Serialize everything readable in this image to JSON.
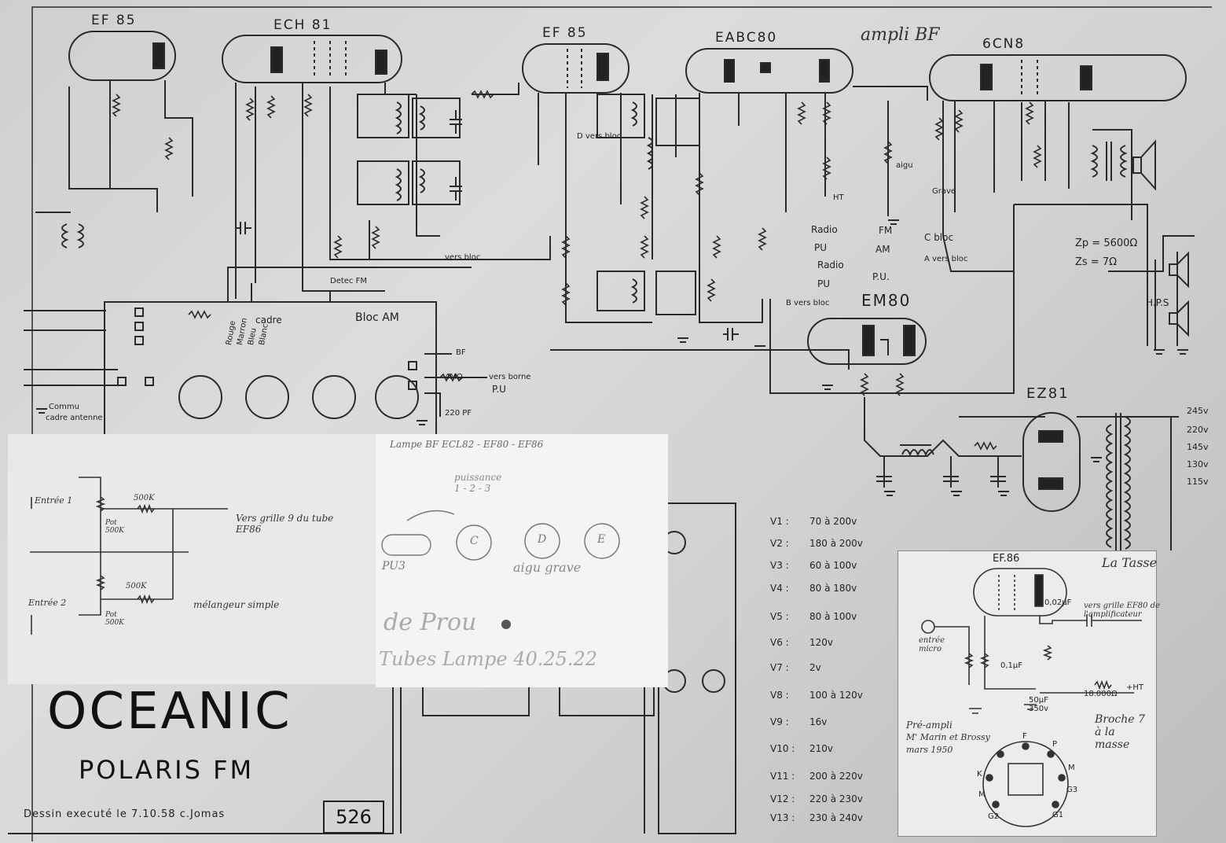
{
  "tubes": {
    "ef85_1": "EF 85",
    "ech81": "ECH 81",
    "ef85_2": "EF 85",
    "eabc80": "EABC80",
    "ecn8": "6CN8",
    "em80": "EM80",
    "ez81": "EZ81",
    "ef86": "EF.86"
  },
  "handwritten_title": "ampli BF",
  "brand": "OCEANIC",
  "model": "POLARIS FM",
  "credit": "Dessin executé le 7.10.58 c.Jomas",
  "plate_number": "526",
  "bloc_am": "Bloc AM",
  "cadre": "cadre",
  "coil_colors": [
    "Rouge",
    "Marron",
    "Bleu",
    "Blanc"
  ],
  "hps": "H.P.S",
  "impedance": {
    "zp": "Zp = 5600Ω",
    "zs": "Zs = 7Ω"
  },
  "switch_labels": {
    "radio1": "Radio",
    "pu1": "PU",
    "radio2": "Radio",
    "pu2": "PU",
    "fm": "FM",
    "am": "AM",
    "c_bloc": "C bloc",
    "a_vers_bloc": "A vers bloc",
    "b_vers_bloc": "B vers bloc",
    "pu_dot": "P.U.",
    "detec_fm": "Detec FM",
    "vers_borne": "vers borne",
    "pu_out": "P.U",
    "bf": "BF",
    "vers_bloc": "vers bloc"
  },
  "misc_labels": {
    "commu": "Commu",
    "cadre_antenne": "cadre antenne",
    "ht": "HT",
    "aigu": "aigu",
    "grave": "Grave",
    "d_vers_bloc": "D vers bloc",
    "cap_220": "220 PF",
    "res_4m": "4MΩ"
  },
  "voltages": [
    {
      "name": "V1 :",
      "value": "70 à 200v"
    },
    {
      "name": "V2 :",
      "value": "180 à 200v"
    },
    {
      "name": "V3 :",
      "value": "60 à 100v"
    },
    {
      "name": "V4 :",
      "value": "80 à 180v"
    },
    {
      "name": "V5 :",
      "value": "80 à 100v"
    },
    {
      "name": "V6 :",
      "value": "120v"
    },
    {
      "name": "V7 :",
      "value": "2v"
    },
    {
      "name": "V8 :",
      "value": "100 à 120v"
    },
    {
      "name": "V9 :",
      "value": "16v"
    },
    {
      "name": "V10 :",
      "value": "210v"
    },
    {
      "name": "V11 :",
      "value": "200 à 220v"
    },
    {
      "name": "V12 :",
      "value": "220 à 230v"
    },
    {
      "name": "V13 :",
      "value": "230 à 240v"
    }
  ],
  "transformer_taps": [
    "245v",
    "220v",
    "145v",
    "130v",
    "115v"
  ],
  "note_mixer": {
    "entree1": "Entrée 1",
    "entree2": "Entrée 2",
    "r500k_1": "500K",
    "r500k_2": "500K",
    "pot1": "Pot 500K",
    "pot2": "Pot 500K",
    "vers_grille": "Vers grille 9 du tube EF86",
    "melangeur": "mélangeur simple"
  },
  "note_lampe": {
    "header": "Lampe BF ECL82 - EF80 - EF86",
    "puissance": "puissance 1 - 2 - 3",
    "pu3": "PU3",
    "c": "C",
    "d": "D",
    "e": "E",
    "aigu_grave": "aigu grave",
    "de_prou": "de Prou",
    "tubes": "Tubes Lampe 40.25.22"
  },
  "preamp": {
    "entree_micro": "entrée micro",
    "vers_grille": "vers grille EF80 de l'amplificateur",
    "cap_002": "0,02µF",
    "cap_01": "0,1µF",
    "cap_50": "50µF 350v",
    "res_18000": "18.000Ω",
    "ht": "+HT",
    "title": "Pré-ampli",
    "author": "M' Marin et Brossy",
    "date": "mars 1950",
    "note": "Broche 7 à la masse",
    "pins": [
      "F",
      "P",
      "G3",
      "M",
      "G1",
      "G2",
      "K",
      "M"
    ],
    "la_tasse": "La Tasse"
  }
}
